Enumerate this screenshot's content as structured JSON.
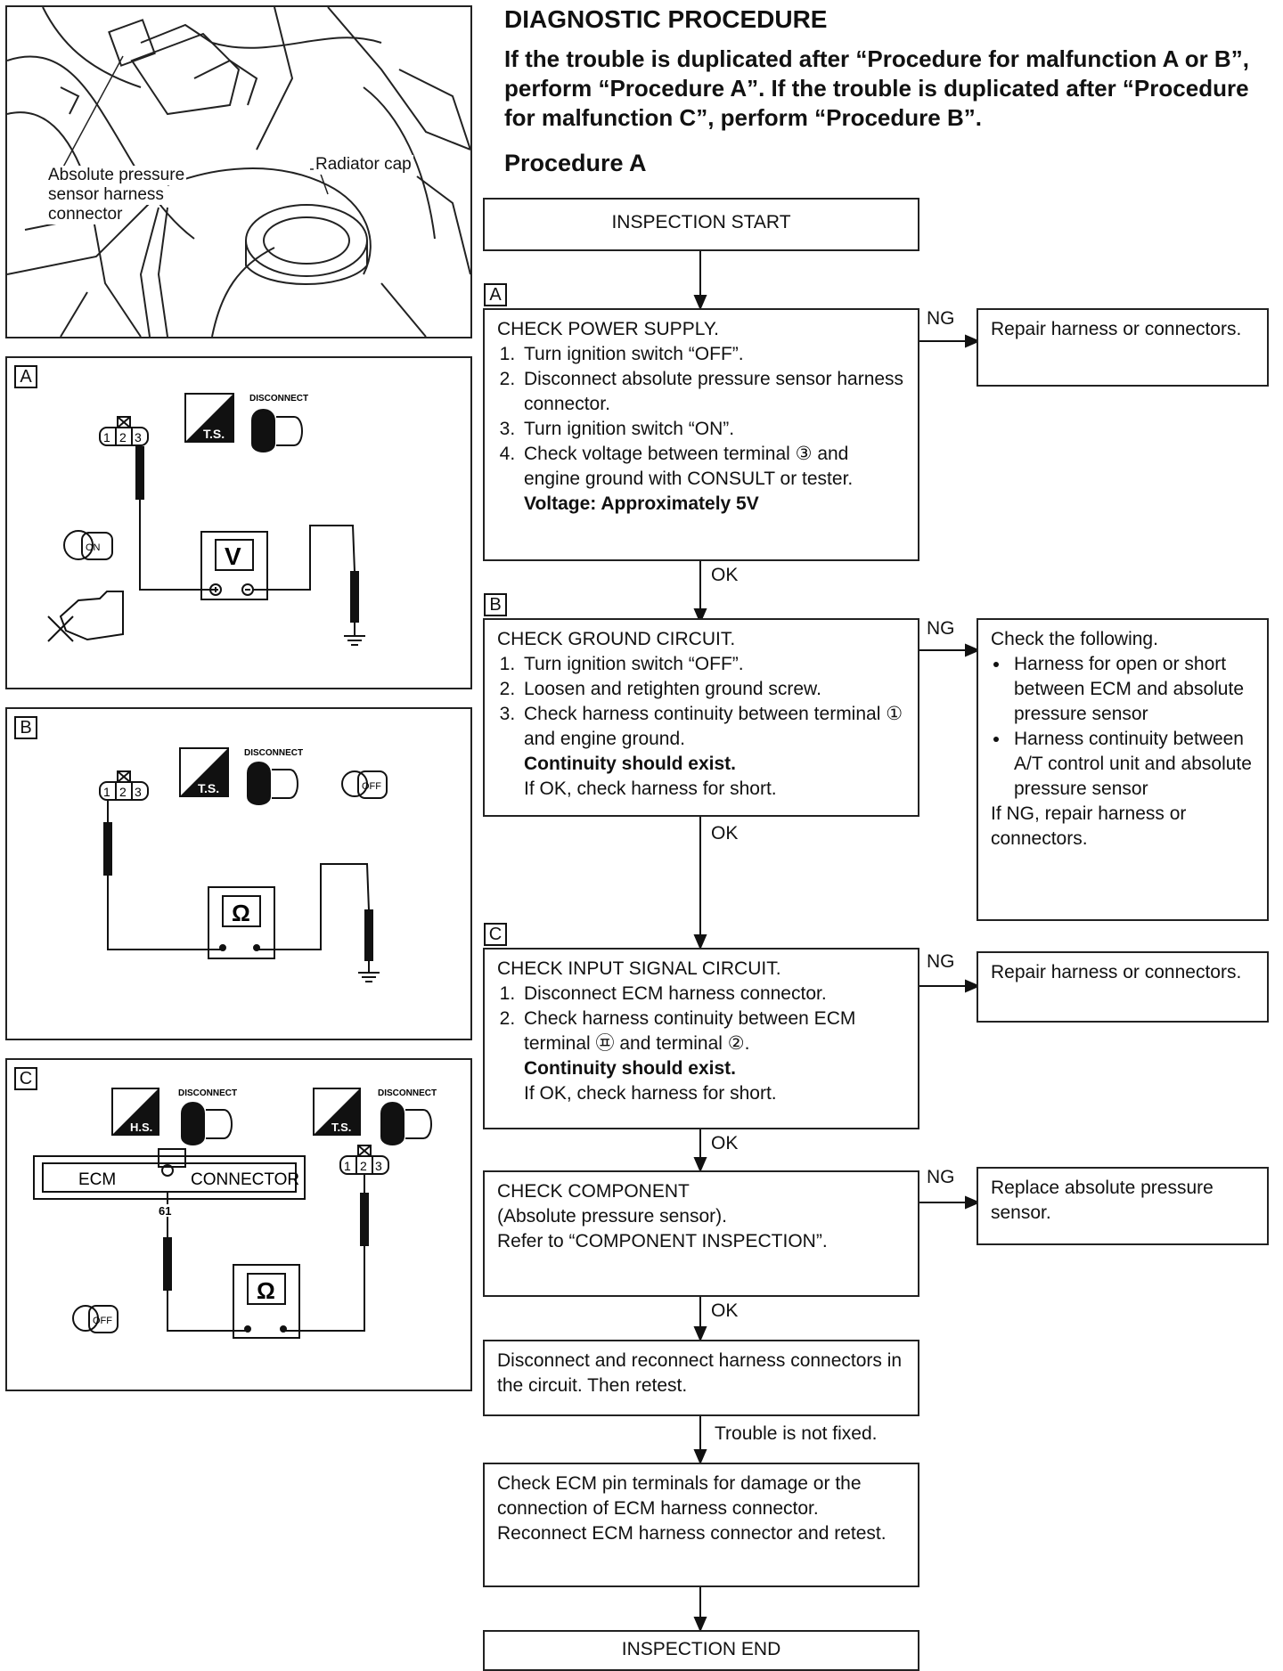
{
  "heading": "DIAGNOSTIC PROCEDURE",
  "intro": "If the trouble is duplicated after “Procedure for malfunction A or B”, perform “Procedure A”. If the trouble is duplicated after “Procedure for malfunction C”, perform “Procedure B”.",
  "procedure_title": "Procedure A",
  "figure": {
    "label_sensor": [
      "Absolute pressure",
      "sensor harness",
      "connector"
    ],
    "label_radiator": "Radiator cap"
  },
  "diagrams": {
    "a": {
      "tag": "A",
      "meter": "V",
      "disconnect": "DISCONNECT",
      "ts": "T.S.",
      "key": "ON",
      "pins": [
        "1",
        "2",
        "3"
      ]
    },
    "b": {
      "tag": "B",
      "meter": "Ω",
      "disconnect": "DISCONNECT",
      "ts": "T.S.",
      "key": "OFF",
      "pins": [
        "1",
        "2",
        "3"
      ]
    },
    "c": {
      "tag": "C",
      "meter": "Ω",
      "disconnect": "DISCONNECT",
      "hs": "H.S.",
      "ts": "T.S.",
      "key": "OFF",
      "ecm": "ECM",
      "connector": "CONNECTOR",
      "terminal": "61",
      "pins": [
        "1",
        "2",
        "3"
      ]
    }
  },
  "flow": {
    "start": "INSPECTION START",
    "end": "INSPECTION END",
    "ng": "NG",
    "ok": "OK",
    "trouble_not_fixed": "Trouble is not fixed.",
    "step_a": {
      "tag": "A",
      "title": "CHECK POWER SUPPLY.",
      "items": [
        "Turn ignition switch “OFF”.",
        "Disconnect absolute pressure sensor harness connector.",
        "Turn ignition switch “ON”.",
        "Check voltage between terminal ③ and engine ground with CONSULT or tester."
      ],
      "spec": "Voltage: Approximately 5V",
      "ng_action": "Repair harness or connectors."
    },
    "step_b": {
      "tag": "B",
      "title": "CHECK GROUND CIRCUIT.",
      "items": [
        "Turn ignition switch “OFF”.",
        "Loosen and retighten ground screw.",
        "Check harness continuity between terminal ① and engine ground."
      ],
      "spec": "Continuity should exist.",
      "note": "If OK, check harness for short.",
      "ng_title": "Check the following.",
      "ng_bullets": [
        "Harness for open or short between ECM and absolute pressure sensor",
        "Harness continuity between A/T control unit and absolute pressure sensor"
      ],
      "ng_footer": "If NG, repair harness or connectors."
    },
    "step_c": {
      "tag": "C",
      "title": "CHECK INPUT SIGNAL CIRCUIT.",
      "items": [
        "Disconnect ECM harness connector.",
        "Check harness continuity between ECM terminal ㉬ and terminal ②."
      ],
      "spec": "Continuity should exist.",
      "note": "If OK, check harness for short.",
      "ng_action": "Repair harness or connectors."
    },
    "step_d": {
      "lines": [
        "CHECK COMPONENT",
        "(Absolute pressure sensor).",
        "Refer to “COMPONENT INSPECTION”."
      ],
      "ng_action": "Replace absolute pressure sensor."
    },
    "reconnect": "Disconnect and reconnect harness connectors in the circuit. Then retest.",
    "check_pins": "Check ECM pin terminals for damage or the connection of ECM harness connector. Reconnect ECM harness connector and retest."
  }
}
